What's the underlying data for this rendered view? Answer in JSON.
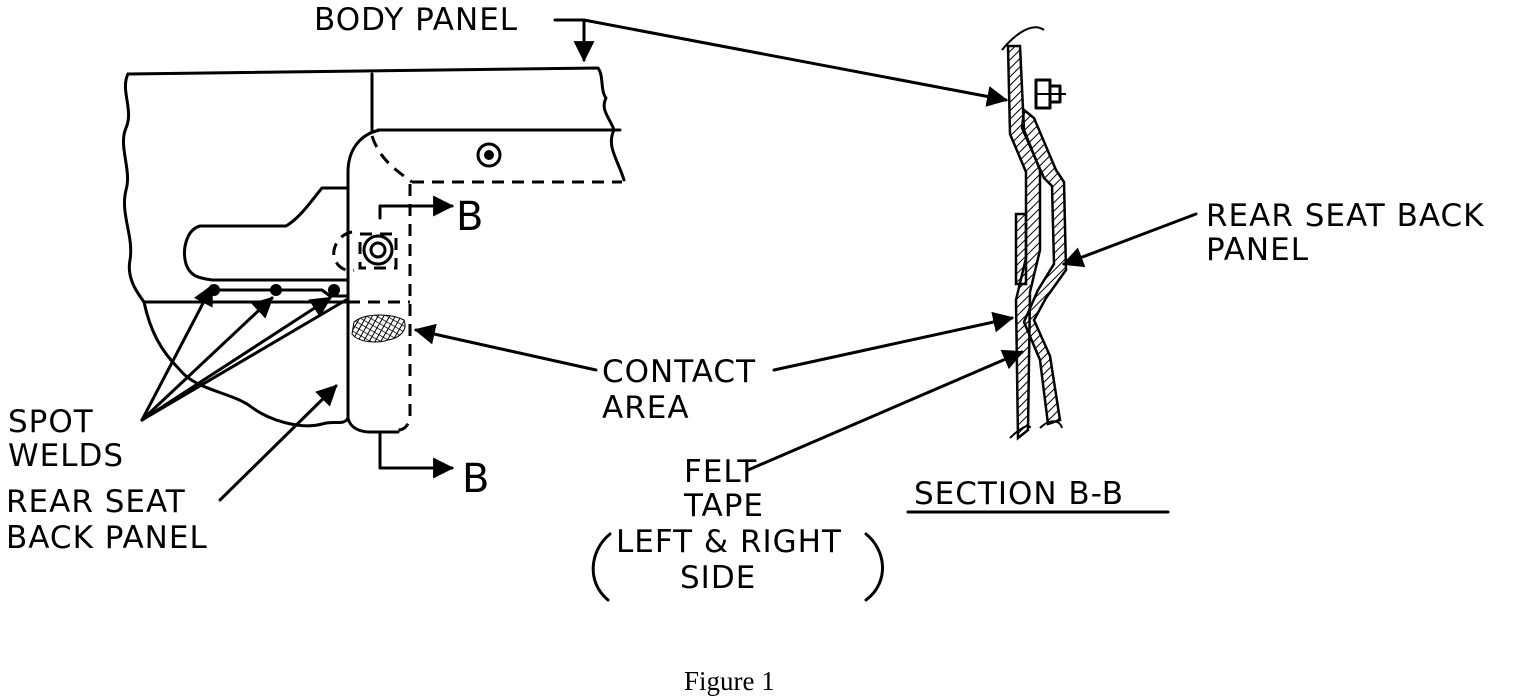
{
  "figure": {
    "caption": "Figure 1",
    "labels": {
      "body_panel": "BODY PANEL",
      "spot_welds_1": "SPOT",
      "spot_welds_2": "WELDS",
      "rear_seat_left_1": "REAR SEAT",
      "rear_seat_left_2": "BACK PANEL",
      "contact_area_1": "CONTACT",
      "contact_area_2": "AREA",
      "felt_tape_1": "FELT",
      "felt_tape_2": "TAPE",
      "felt_tape_3": "LEFT & RIGHT",
      "felt_tape_4": "SIDE",
      "rear_seat_right_1": "REAR SEAT BACK",
      "rear_seat_right_2": "PANEL",
      "section_title": "SECTION B-B",
      "section_marker_top": "B",
      "section_marker_bottom": "B"
    }
  }
}
